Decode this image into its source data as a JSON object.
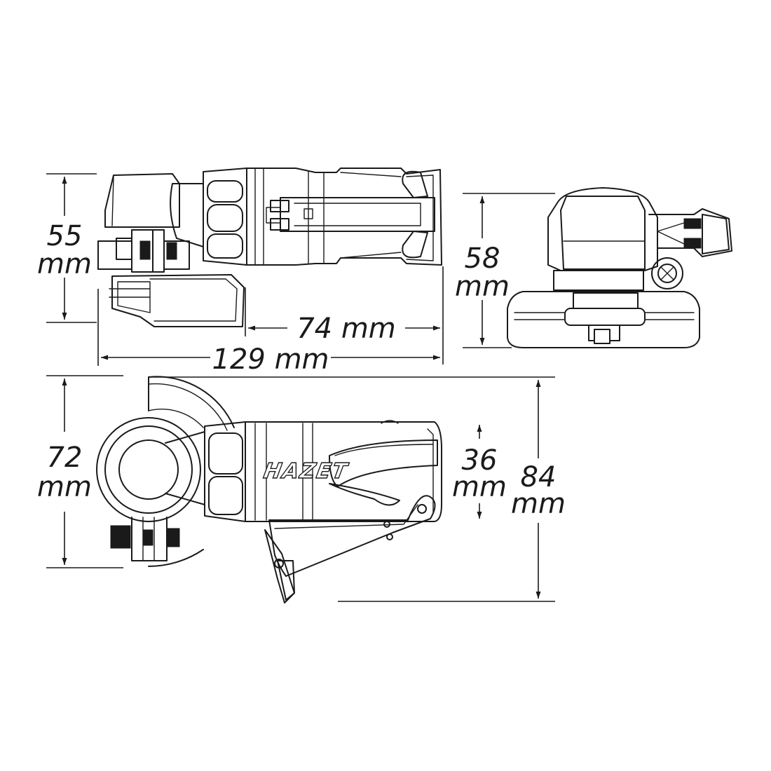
{
  "dimensions": {
    "top_height": {
      "value": "55",
      "unit": "mm"
    },
    "front_height": {
      "value": "58",
      "unit": "mm"
    },
    "body_length": "74 mm",
    "overall_length": "129 mm",
    "guard_height": {
      "value": "72",
      "unit": "mm"
    },
    "handle_height": {
      "value": "36",
      "unit": "mm"
    },
    "overall_height": {
      "value": "84",
      "unit": "mm"
    }
  },
  "brand_logo": "HAZET",
  "icons": [
    "tool-side-view",
    "tool-front-view",
    "tool-top-view",
    "dimension-arrow"
  ]
}
